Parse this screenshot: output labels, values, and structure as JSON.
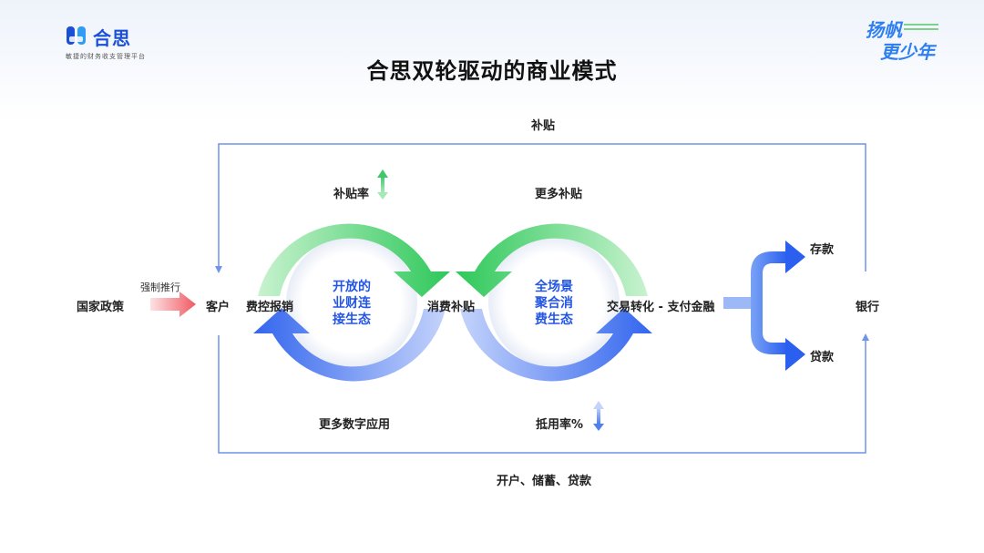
{
  "brand": {
    "logo_text": "合思",
    "tagline": "敏捷的财务收支管理平台",
    "slogan_line1": "扬帆",
    "slogan_line2": "更少年",
    "accent_color": "#1c4fd8"
  },
  "title": "合思双轮驱动的商业模式",
  "labels": {
    "top_loop": "补贴",
    "bottom_loop": "开户、储蓄、贷款",
    "subsidy_rate": "补贴率",
    "more_subsidy": "更多补贴",
    "more_apps": "更多数字应用",
    "offset_rate": "抵用率%",
    "force_promote": "强制推行",
    "national_policy": "国家政策",
    "customer": "客户",
    "expense_control": "费控报销",
    "consumption_subsidy": "消费补贴",
    "transaction": "交易转化 - 支付金融",
    "deposit": "存款",
    "loan": "贷款",
    "bank": "银行"
  },
  "wheels": {
    "left_center": [
      "开放的",
      "业财连",
      "接生态"
    ],
    "right_center": [
      "全场景",
      "聚合消",
      "费生态"
    ]
  },
  "colors": {
    "green": "#3dd06a",
    "blue": "#3a6ff0",
    "red": "#f2767a",
    "line": "#6f94e8",
    "center_text": "#2456e6"
  }
}
